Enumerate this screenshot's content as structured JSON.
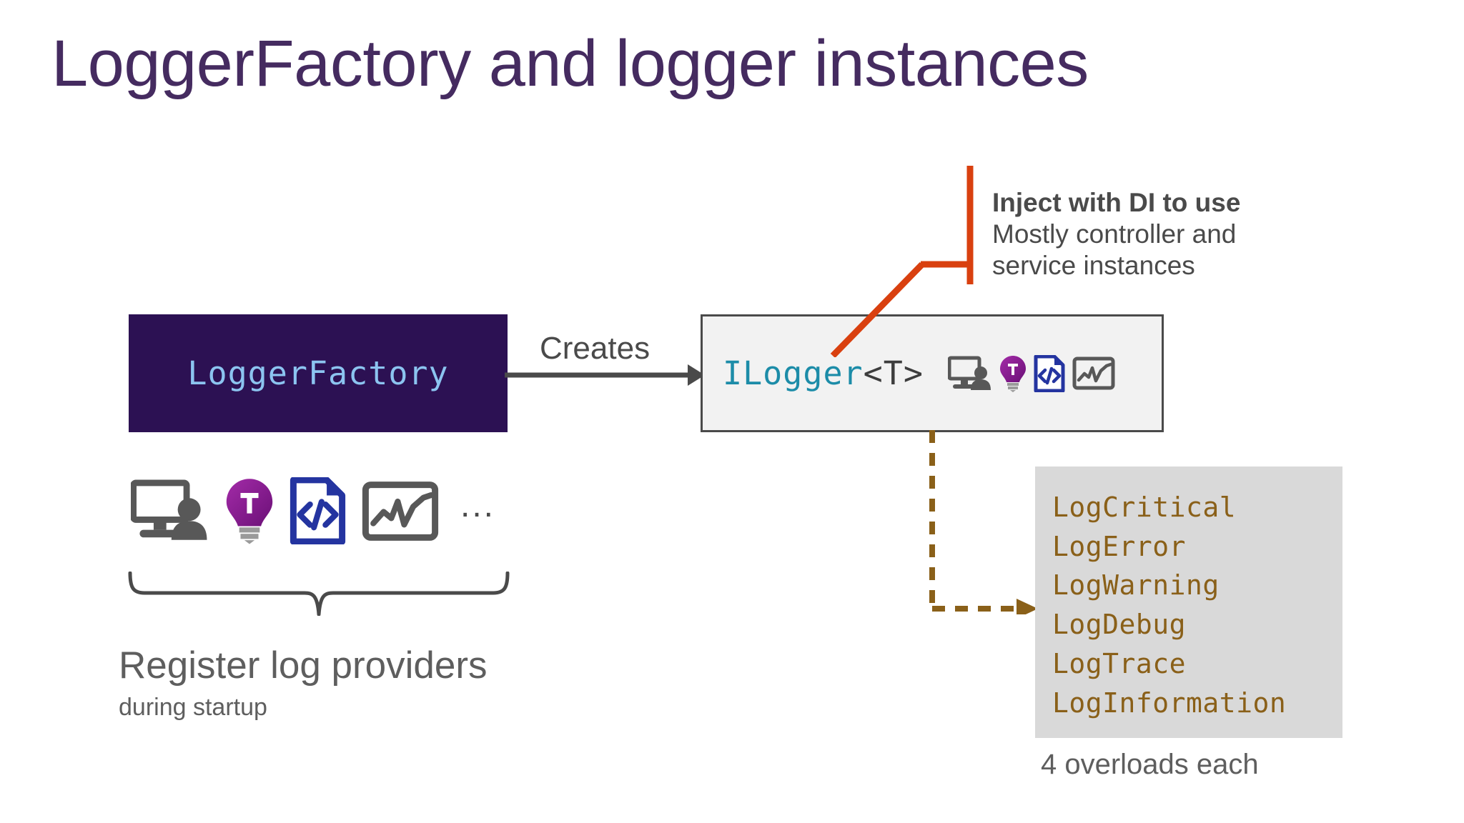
{
  "slide": {
    "title": "LoggerFactory and logger instances",
    "title_color": "#452B60",
    "background": "#FFFFFF"
  },
  "factory": {
    "label": "LoggerFactory",
    "box_color": "#2C1153",
    "text_color": "#8CC4F0"
  },
  "arrow": {
    "creates_label": "Creates",
    "color": "#4A4A4A"
  },
  "ilogger": {
    "name": "ILogger",
    "generic": "<T>",
    "name_color": "#1C8CA8",
    "generic_color": "#3D3D3D",
    "box_fill": "#F2F2F2",
    "box_border": "#4A4A4A",
    "icons": [
      {
        "name": "console-monitor-person-icon",
        "label": "Console"
      },
      {
        "name": "debug-lightbulb-icon",
        "label": "Debug"
      },
      {
        "name": "source-code-file-icon",
        "label": "Source"
      },
      {
        "name": "event-chart-icon",
        "label": "EventLog"
      }
    ]
  },
  "providers": {
    "icons": [
      {
        "name": "console-monitor-person-icon",
        "label": "Console"
      },
      {
        "name": "debug-lightbulb-icon",
        "label": "Debug"
      },
      {
        "name": "source-code-file-icon",
        "label": "Source"
      },
      {
        "name": "event-chart-icon",
        "label": "EventLog"
      }
    ],
    "ellipsis": "...",
    "caption_main": "Register log providers",
    "caption_sub": "during startup",
    "caption_color": "#5E5E5E"
  },
  "di_callout": {
    "heading": "Inject with DI to use",
    "lines": [
      "Mostly controller and",
      "service instances"
    ],
    "connector_color": "#D9400F",
    "text_color": "#4A4A4A"
  },
  "log_methods": {
    "panel_color": "#D9D9D9",
    "text_color": "#8A6019",
    "connector_color": "#8A6019",
    "items": [
      "LogCritical",
      "LogError",
      "LogWarning",
      "LogDebug",
      "LogTrace",
      "LogInformation"
    ],
    "note": "4 overloads each"
  }
}
